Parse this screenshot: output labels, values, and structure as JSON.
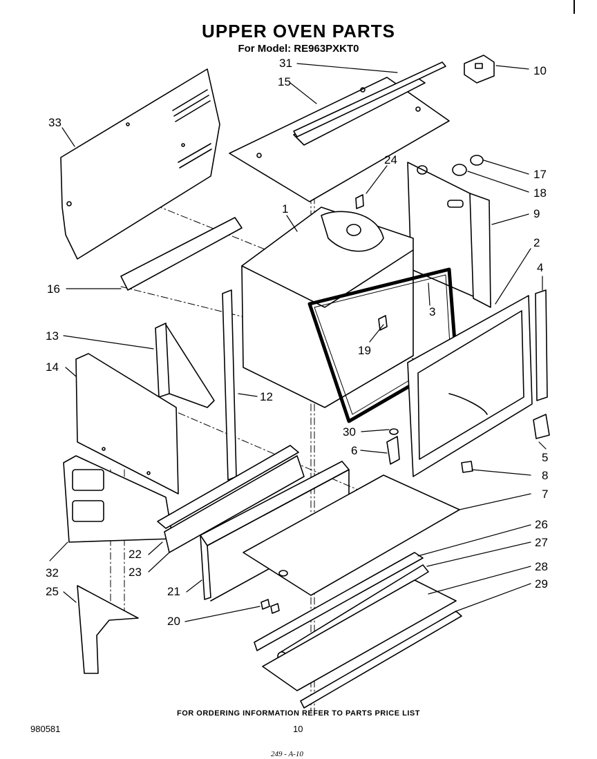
{
  "header": {
    "title": "UPPER OVEN PARTS",
    "subtitle": "For Model: RE963PXKT0"
  },
  "callouts": [
    {
      "id": "31",
      "label": "31"
    },
    {
      "id": "15",
      "label": "15"
    },
    {
      "id": "10",
      "label": "10"
    },
    {
      "id": "33",
      "label": "33"
    },
    {
      "id": "17",
      "label": "17"
    },
    {
      "id": "24",
      "label": "24"
    },
    {
      "id": "18",
      "label": "18"
    },
    {
      "id": "1",
      "label": "1"
    },
    {
      "id": "9",
      "label": "9"
    },
    {
      "id": "2",
      "label": "2"
    },
    {
      "id": "4",
      "label": "4"
    },
    {
      "id": "16",
      "label": "16"
    },
    {
      "id": "3",
      "label": "3"
    },
    {
      "id": "13",
      "label": "13"
    },
    {
      "id": "19",
      "label": "19"
    },
    {
      "id": "14",
      "label": "14"
    },
    {
      "id": "12",
      "label": "12"
    },
    {
      "id": "30",
      "label": "30"
    },
    {
      "id": "5",
      "label": "5"
    },
    {
      "id": "6",
      "label": "6"
    },
    {
      "id": "8",
      "label": "8"
    },
    {
      "id": "7",
      "label": "7"
    },
    {
      "id": "26",
      "label": "26"
    },
    {
      "id": "27",
      "label": "27"
    },
    {
      "id": "22",
      "label": "22"
    },
    {
      "id": "32",
      "label": "32"
    },
    {
      "id": "23",
      "label": "23"
    },
    {
      "id": "28",
      "label": "28"
    },
    {
      "id": "29",
      "label": "29"
    },
    {
      "id": "21",
      "label": "21"
    },
    {
      "id": "25",
      "label": "25"
    },
    {
      "id": "20",
      "label": "20"
    }
  ],
  "footer": {
    "ordering_note": "FOR ORDERING INFORMATION REFER TO PARTS PRICE LIST",
    "code": "980581",
    "page": "10",
    "handwritten": "249 - A-10"
  }
}
